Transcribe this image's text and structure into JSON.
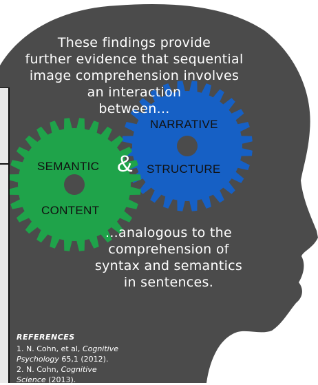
{
  "intro_text": "These findings provide\nfurther evidence that sequential\nimage comprehension involves\nan interaction\nbetween...",
  "outro_text": "...analogous to the\ncomprehension of\nsyntax and semantics\nin sentences.",
  "gears": {
    "green": {
      "label_top": "SEMANTIC",
      "label_bottom": "CONTENT",
      "color": "#1fa34a"
    },
    "blue": {
      "label_top": "NARRATIVE",
      "label_bottom": "STRUCTURE",
      "color": "#1660c5"
    },
    "connector": "&"
  },
  "colors": {
    "head": "#4b4b4b",
    "text": "#ffffff",
    "gear_label": "#111111"
  },
  "references": {
    "title": "REFERENCES",
    "items": [
      {
        "prefix": "1. N. Cohn, et al, ",
        "italic": "Cognitive"
      },
      {
        "prefix": "",
        "italic": "Psychology",
        "suffix": " 65,1 (2012)."
      },
      {
        "prefix": "2. N. Cohn, ",
        "italic": "Cognitive"
      },
      {
        "prefix": "",
        "italic": "Science",
        "suffix": " (2013)."
      }
    ]
  }
}
